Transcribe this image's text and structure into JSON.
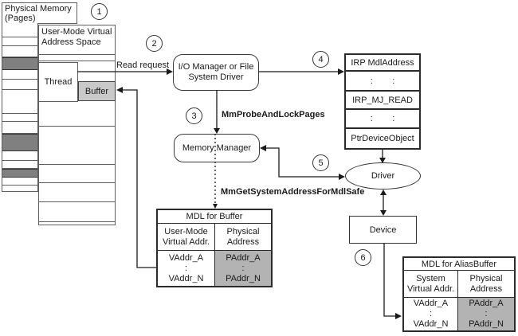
{
  "colors": {
    "page_shaded": "#808080",
    "buffer_fill": "#c9c9c9",
    "paddr_fill": "#b3b3b3",
    "line_gray": "#5f5f5f",
    "line_dark": "#2b2b2b",
    "text": "#1a1a1a",
    "background": "#ffffff"
  },
  "physical_memory": {
    "label": "Physical Memory\n(Pages)",
    "pages": [
      {
        "h": 18,
        "shaded": false
      },
      {
        "h": 11,
        "shaded": false
      },
      {
        "h": 14,
        "shaded": false
      },
      {
        "h": 16,
        "shaded": true
      },
      {
        "h": 12,
        "shaded": false
      },
      {
        "h": 13,
        "shaded": false
      },
      {
        "h": 30,
        "shaded": false
      },
      {
        "h": 10,
        "shaded": false
      },
      {
        "h": 15,
        "shaded": false
      },
      {
        "h": 22,
        "shaded": true
      },
      {
        "h": 12,
        "shaded": false
      },
      {
        "h": 10,
        "shaded": false
      },
      {
        "h": 11,
        "shaded": true
      },
      {
        "h": 10,
        "shaded": false
      },
      {
        "h": 8,
        "shaded": false
      }
    ]
  },
  "steps": [
    "1",
    "2",
    "3",
    "4",
    "5",
    "6"
  ],
  "user_space": {
    "title": "User-Mode Virtual\nAddress Space",
    "thread": "Thread",
    "buffer": "Buffer",
    "region_lines": [
      36,
      44,
      126,
      174,
      197,
      221,
      246
    ]
  },
  "flow_labels": {
    "read_request": "Read request",
    "probe_and_lock": "MmProbeAndLockPages",
    "get_system_address": "MmGetSystemAddressForMdlSafe"
  },
  "io_manager": "I/O Manager or File\nSystem Driver",
  "memory_manager": "Memory Manager",
  "irp": {
    "rows": [
      "IRP MdlAddress",
      ":        :",
      "IRP_MJ_READ",
      ":        :",
      "PtrDeviceObject"
    ]
  },
  "driver": "Driver",
  "device": "Device",
  "mdl_buffer": {
    "title": "MDL for Buffer",
    "col_virtual": "User-Mode\nVirtual Addr.",
    "col_physical": "Physical\nAddress",
    "vaddrs": "VAddr_A\n:\nVAddr_N",
    "paddrs": "PAddr_A\n:\nPAddr_N"
  },
  "mdl_alias": {
    "title": "MDL for AliasBuffer",
    "col_virtual": "System\nVirtual Addr.",
    "col_physical": "Physical\nAddress",
    "vaddrs": "VAddr_A\n:\nVAddr_N",
    "paddrs": "PAddr_A\n:\nPAddr_N"
  }
}
